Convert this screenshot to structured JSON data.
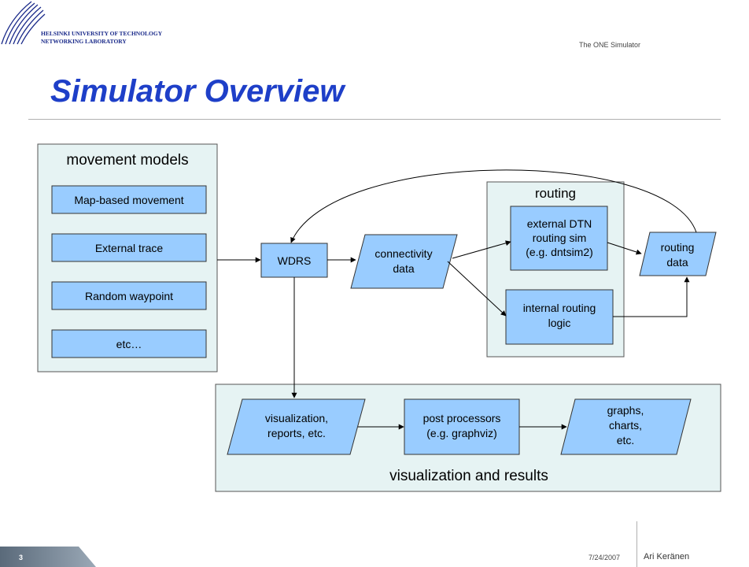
{
  "header": {
    "university_line1": "HELSINKI UNIVERSITY OF TECHNOLOGY",
    "university_line2": "NETWORKING LABORATORY",
    "topic": "The ONE Simulator"
  },
  "title": "Simulator Overview",
  "diagram": {
    "movement_models": {
      "label": "movement models",
      "items": [
        "Map-based movement",
        "External trace",
        "Random waypoint",
        "etc…"
      ]
    },
    "wdrs": "WDRS",
    "connectivity": [
      "connectivity",
      "data"
    ],
    "routing": {
      "label": "routing",
      "external": [
        "external DTN",
        "routing sim",
        "(e.g. dntsim2)"
      ],
      "internal": [
        "internal routing",
        "logic"
      ]
    },
    "routing_data": [
      "routing",
      "data"
    ],
    "visualization_results": {
      "label": "visualization and results",
      "visualization": [
        "visualization,",
        "reports, etc."
      ],
      "post_processors": [
        "post processors",
        "(e.g. graphviz)"
      ],
      "graphs": [
        "graphs,",
        "charts,",
        "etc."
      ]
    },
    "colors": {
      "panel_fill": "#e6f3f3",
      "node_fill": "#99ccff",
      "title_blue": "#1e3fc8"
    }
  },
  "footer": {
    "page_number": "3",
    "date": "7/24/2007",
    "author": "Ari Keränen"
  }
}
